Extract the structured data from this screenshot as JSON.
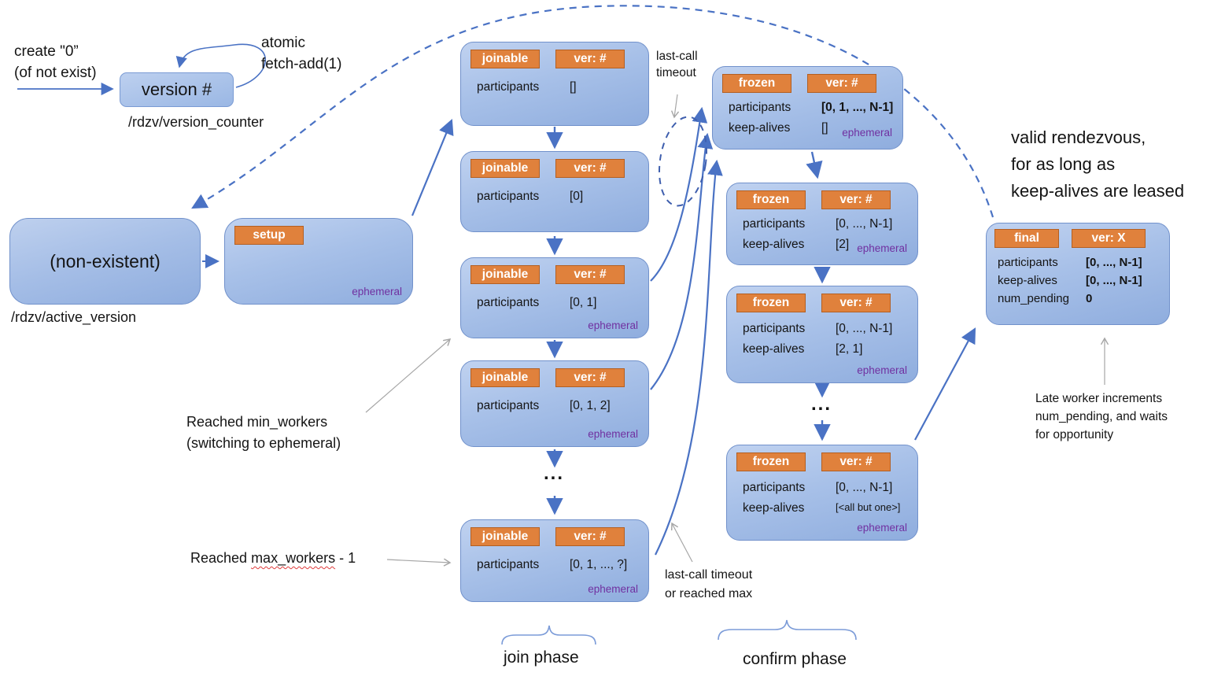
{
  "colors": {
    "arrow_blue": "#4a72c4",
    "box_fill_top": "#c0d2f0",
    "box_fill_bottom": "#8fadde",
    "box_border": "#7191cb",
    "badge_orange": "#e0813c",
    "badge_border": "#b35f22",
    "ephemeral_purple": "#7030a0",
    "annotation_gray": "#a6a6a6",
    "spellcheck_red": "#e03b3b"
  },
  "counter": {
    "version_box_label": "version #",
    "version_counter_path": "/rdzv/version_counter",
    "create_line1": "create \"0”",
    "create_line2": "(of not exist)",
    "atomic_line1": "atomic",
    "atomic_line2": "fetch-add(1)"
  },
  "active_version": {
    "nonexistent_label": "(non-existent)",
    "path": "/rdzv/active_version"
  },
  "setup_box": {
    "badge": "setup",
    "ephemeral": "ephemeral"
  },
  "join_boxes": [
    {
      "badge": "joinable",
      "ver": "ver: #",
      "rows": [
        {
          "k": "participants",
          "v": "[]"
        }
      ],
      "ephemeral": ""
    },
    {
      "badge": "joinable",
      "ver": "ver: #",
      "rows": [
        {
          "k": "participants",
          "v": "[0]"
        }
      ],
      "ephemeral": ""
    },
    {
      "badge": "joinable",
      "ver": "ver: #",
      "rows": [
        {
          "k": "participants",
          "v": "[0, 1]"
        }
      ],
      "ephemeral": "ephemeral"
    },
    {
      "badge": "joinable",
      "ver": "ver: #",
      "rows": [
        {
          "k": "participants",
          "v": "[0, 1, 2]"
        }
      ],
      "ephemeral": "ephemeral"
    },
    {
      "badge": "joinable",
      "ver": "ver: #",
      "rows": [
        {
          "k": "participants",
          "v": "[0, 1, ..., ?]"
        }
      ],
      "ephemeral": "ephemeral"
    }
  ],
  "frozen_boxes": [
    {
      "badge": "frozen",
      "ver": "ver: #",
      "rows": [
        {
          "k": "participants",
          "v": "[0, 1, ..., N-1]"
        },
        {
          "k": "keep-alives",
          "v": "[]"
        }
      ],
      "ephemeral": "ephemeral"
    },
    {
      "badge": "frozen",
      "ver": "ver: #",
      "rows": [
        {
          "k": "participants",
          "v": "[0, ..., N-1]"
        },
        {
          "k": "keep-alives",
          "v": "[2]"
        }
      ],
      "ephemeral": "ephemeral"
    },
    {
      "badge": "frozen",
      "ver": "ver: #",
      "rows": [
        {
          "k": "participants",
          "v": "[0, ..., N-1]"
        },
        {
          "k": "keep-alives",
          "v": "[2, 1]"
        }
      ],
      "ephemeral": "ephemeral"
    },
    {
      "badge": "frozen",
      "ver": "ver: #",
      "rows": [
        {
          "k": "participants",
          "v": "[0, ..., N-1]"
        },
        {
          "k": "keep-alives",
          "v": "[<all but one>]"
        }
      ],
      "ephemeral": "ephemeral"
    }
  ],
  "final_box": {
    "badge": "final",
    "ver": "ver: X",
    "rows": [
      {
        "k": "participants",
        "v": "[0, ..., N-1]"
      },
      {
        "k": "keep-alives",
        "v": "[0, ..., N-1]"
      },
      {
        "k": "num_pending",
        "v": "0"
      }
    ]
  },
  "annotations": {
    "last_call_top_1": "last-call",
    "last_call_top_2": "timeout",
    "last_call_bottom_1": "last-call timeout",
    "last_call_bottom_2": "or reached max",
    "reached_min_1": "Reached min_workers",
    "reached_min_2": "(switching to ephemeral)",
    "reached_max_pre": "Reached ",
    "reached_max_word": "max_workers",
    "reached_max_post": " - 1",
    "valid_1": "valid rendezvous,",
    "valid_2": "for as long as",
    "valid_3": "keep-alives are leased",
    "late_1": "Late worker increments",
    "late_2": "num_pending, and waits",
    "late_3": "for opportunity",
    "join_phase": "join phase",
    "confirm_phase": "confirm phase",
    "dots": "..."
  }
}
